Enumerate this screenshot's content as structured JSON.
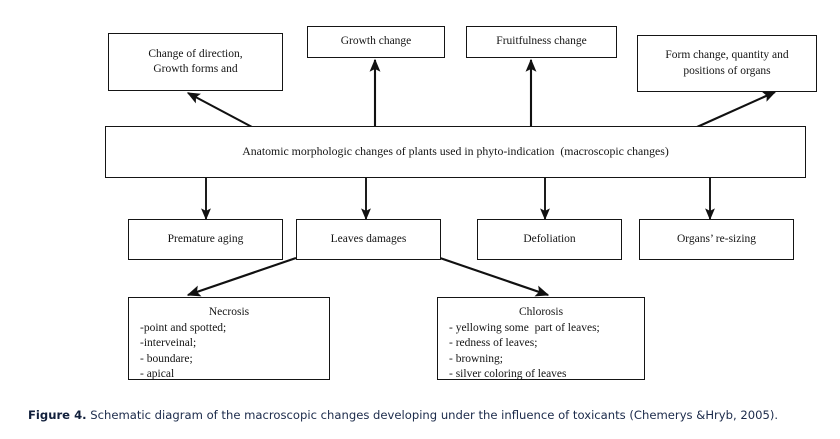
{
  "figure": {
    "label": "Figure 4.",
    "caption": " Schematic diagram of the macroscopic changes developing under the influence of toxicants (Chemerys &Hryb, 2005)."
  },
  "diagram": {
    "root": {
      "text": "Anatomic morphologic changes of plants used in phyto-indication  (macroscopic changes)"
    },
    "top_nodes": [
      {
        "id": "change-of-direction",
        "line1": "Change of direction,",
        "line2": "Growth forms and"
      },
      {
        "id": "growth-change",
        "line1": "Growth change",
        "line2": ""
      },
      {
        "id": "fruitfulness-change",
        "line1": "Fruitfulness change",
        "line2": ""
      },
      {
        "id": "form-change",
        "line1": "Form change, quantity and",
        "line2": "positions of organs"
      }
    ],
    "mid_nodes": [
      {
        "id": "premature-aging",
        "label": "Premature aging"
      },
      {
        "id": "leaves-damages",
        "label": "Leaves damages"
      },
      {
        "id": "defoliation",
        "label": "Defoliation"
      },
      {
        "id": "organs-re-sizing",
        "label": "Organs’ re-sizing"
      }
    ],
    "leaf_nodes": [
      {
        "id": "necrosis",
        "title": "Necrosis",
        "items": [
          "-point and spotted;",
          "-interveinal;",
          "- boundare;",
          "- apical"
        ]
      },
      {
        "id": "chlorosis",
        "title": "Chlorosis",
        "items": [
          "- yellowing some  part of leaves;",
          "- redness of leaves;",
          "- browning;",
          "- silver coloring of leaves"
        ]
      }
    ],
    "colors": {
      "stroke": "#151515",
      "background": "#ffffff",
      "caption_text": "#1b2a4a"
    }
  }
}
